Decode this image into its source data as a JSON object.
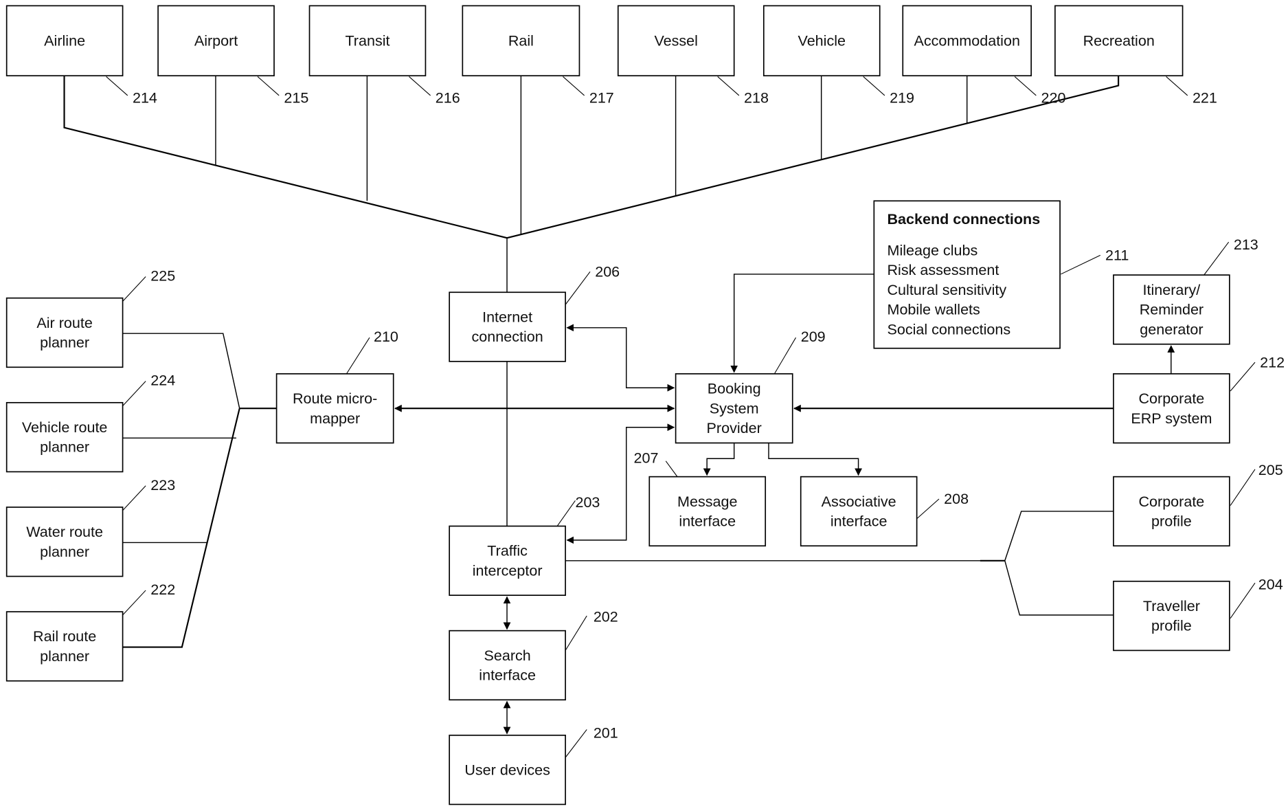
{
  "diagram": {
    "providers": [
      {
        "label": "Airline",
        "ref": "214"
      },
      {
        "label": "Airport",
        "ref": "215"
      },
      {
        "label": "Transit",
        "ref": "216"
      },
      {
        "label": "Rail",
        "ref": "217"
      },
      {
        "label": "Vessel",
        "ref": "218"
      },
      {
        "label": "Vehicle",
        "ref": "219"
      },
      {
        "label": "Accommodation",
        "ref": "220"
      },
      {
        "label": "Recreation",
        "ref": "221"
      }
    ],
    "planners": [
      {
        "lines": [
          "Air route",
          "planner"
        ],
        "ref": "225"
      },
      {
        "lines": [
          "Vehicle route",
          "planner"
        ],
        "ref": "224"
      },
      {
        "lines": [
          "Water route",
          "planner"
        ],
        "ref": "223"
      },
      {
        "lines": [
          "Rail route",
          "planner"
        ],
        "ref": "222"
      }
    ],
    "route_mapper": {
      "lines": [
        "Route micro-",
        "mapper"
      ],
      "ref": "210"
    },
    "internet": {
      "lines": [
        "Internet",
        "connection"
      ],
      "ref": "206"
    },
    "booking": {
      "lines": [
        "Booking",
        "System",
        "Provider"
      ],
      "ref": "209"
    },
    "message": {
      "lines": [
        "Message",
        "interface"
      ],
      "ref": "207"
    },
    "associative": {
      "lines": [
        "Associative",
        "interface"
      ],
      "ref": "208"
    },
    "traffic": {
      "lines": [
        "Traffic",
        "interceptor"
      ],
      "ref": "203"
    },
    "search": {
      "lines": [
        "Search",
        "interface"
      ],
      "ref": "202"
    },
    "devices": {
      "lines": [
        "User devices"
      ],
      "ref": "201"
    },
    "backend": {
      "title": "Backend connections",
      "items": [
        "Mileage clubs",
        "Risk assessment",
        "Cultural sensitivity",
        "Mobile wallets",
        "Social connections"
      ],
      "ref": "211"
    },
    "itinerary": {
      "lines": [
        "Itinerary/",
        "Reminder",
        "generator"
      ],
      "ref": "213"
    },
    "erp": {
      "lines": [
        "Corporate",
        "ERP system"
      ],
      "ref": "212"
    },
    "corp_profile": {
      "lines": [
        "Corporate",
        "profile"
      ],
      "ref": "205"
    },
    "traveller_profile": {
      "lines": [
        "Traveller",
        "profile"
      ],
      "ref": "204"
    }
  }
}
